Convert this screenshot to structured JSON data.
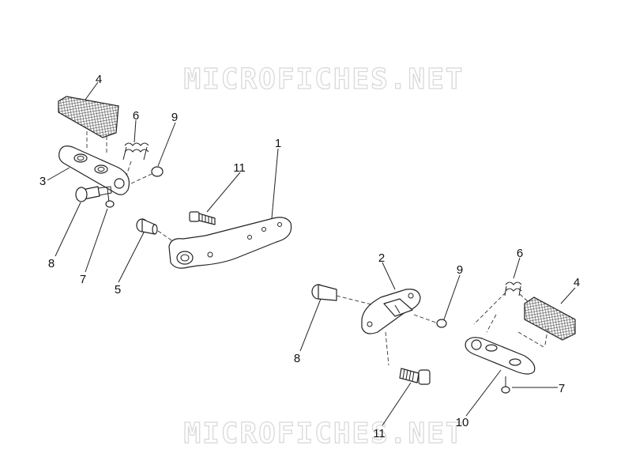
{
  "watermark": {
    "top_text": "MICROFICHES.NET",
    "bottom_text": "MICROFICHES.NET"
  },
  "callouts": {
    "left": {
      "bracket": "1",
      "footrest_holder": "3",
      "rubber_pad": "4",
      "pin": "5",
      "spring": "6",
      "screw": "7",
      "footrest_pin": "8",
      "circlip": "9",
      "bolt": "11"
    },
    "right": {
      "holder_plate": "2",
      "rubber_pad": "4",
      "spring": "6",
      "screw": "7",
      "footrest_pin": "8",
      "circlip": "9",
      "footrest": "10",
      "bolt": "11"
    }
  }
}
